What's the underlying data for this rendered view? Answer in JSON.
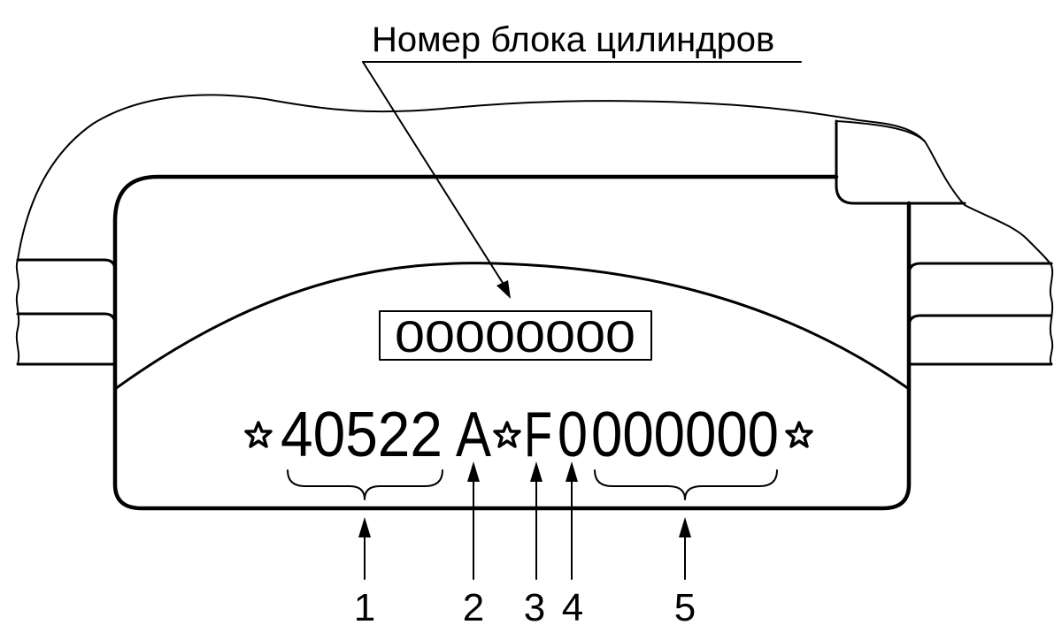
{
  "title": "Номер блока цилиндров",
  "block_number": "00000000",
  "engine_code": {
    "model": "40522",
    "letter": "A",
    "field3": "F",
    "field4": "0",
    "serial": "000000"
  },
  "callouts": [
    "1",
    "2",
    "3",
    "4",
    "5"
  ]
}
